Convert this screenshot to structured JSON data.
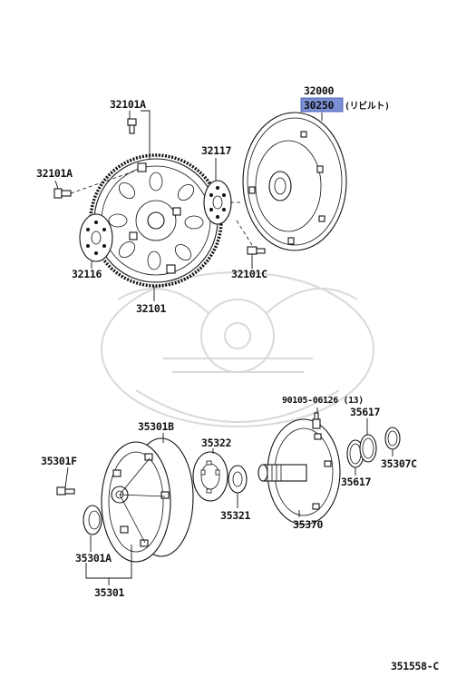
{
  "labels": {
    "p32000": "32000",
    "p30250": "30250",
    "p30250_note": "(リビルト)",
    "p32101A_top": "32101A",
    "p32101A_left": "32101A",
    "p32117": "32117",
    "p32116": "32116",
    "p32101": "32101",
    "p32101C": "32101C",
    "p90105": "90105-06126 (13)",
    "p35617_top": "35617",
    "p35617_bottom": "35617",
    "p35307C": "35307C",
    "p35301B": "35301B",
    "p35322": "35322",
    "p35301F": "35301F",
    "p35321": "35321",
    "p35370": "35370",
    "p35301A": "35301A",
    "p35301": "35301"
  },
  "footer": {
    "diagram_id": "351558-C"
  },
  "colors": {
    "highlight": "#7b8fd6",
    "ink": "#111111",
    "watermark": "#d9d9d9"
  }
}
